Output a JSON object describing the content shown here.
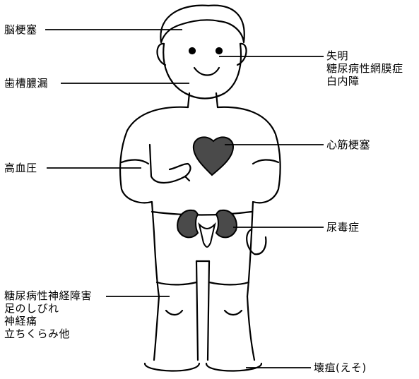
{
  "labels": {
    "stroke": "脳梗塞",
    "periodontitis": "歯槽膿漏",
    "hypertension": "高血圧",
    "eye": [
      "失明",
      "糖尿病性網膜症",
      "白内障"
    ],
    "heart": "心筋梗塞",
    "kidney": "尿毒症",
    "nerve": [
      "糖尿病性神経障害",
      "足のしびれ",
      "神経痛",
      "立ちくらみ他"
    ],
    "gangrene": "壊疽(えそ)"
  },
  "colors": {
    "ink": "#000000",
    "organ_fill": "#4a4a4a",
    "paper": "#ffffff"
  }
}
